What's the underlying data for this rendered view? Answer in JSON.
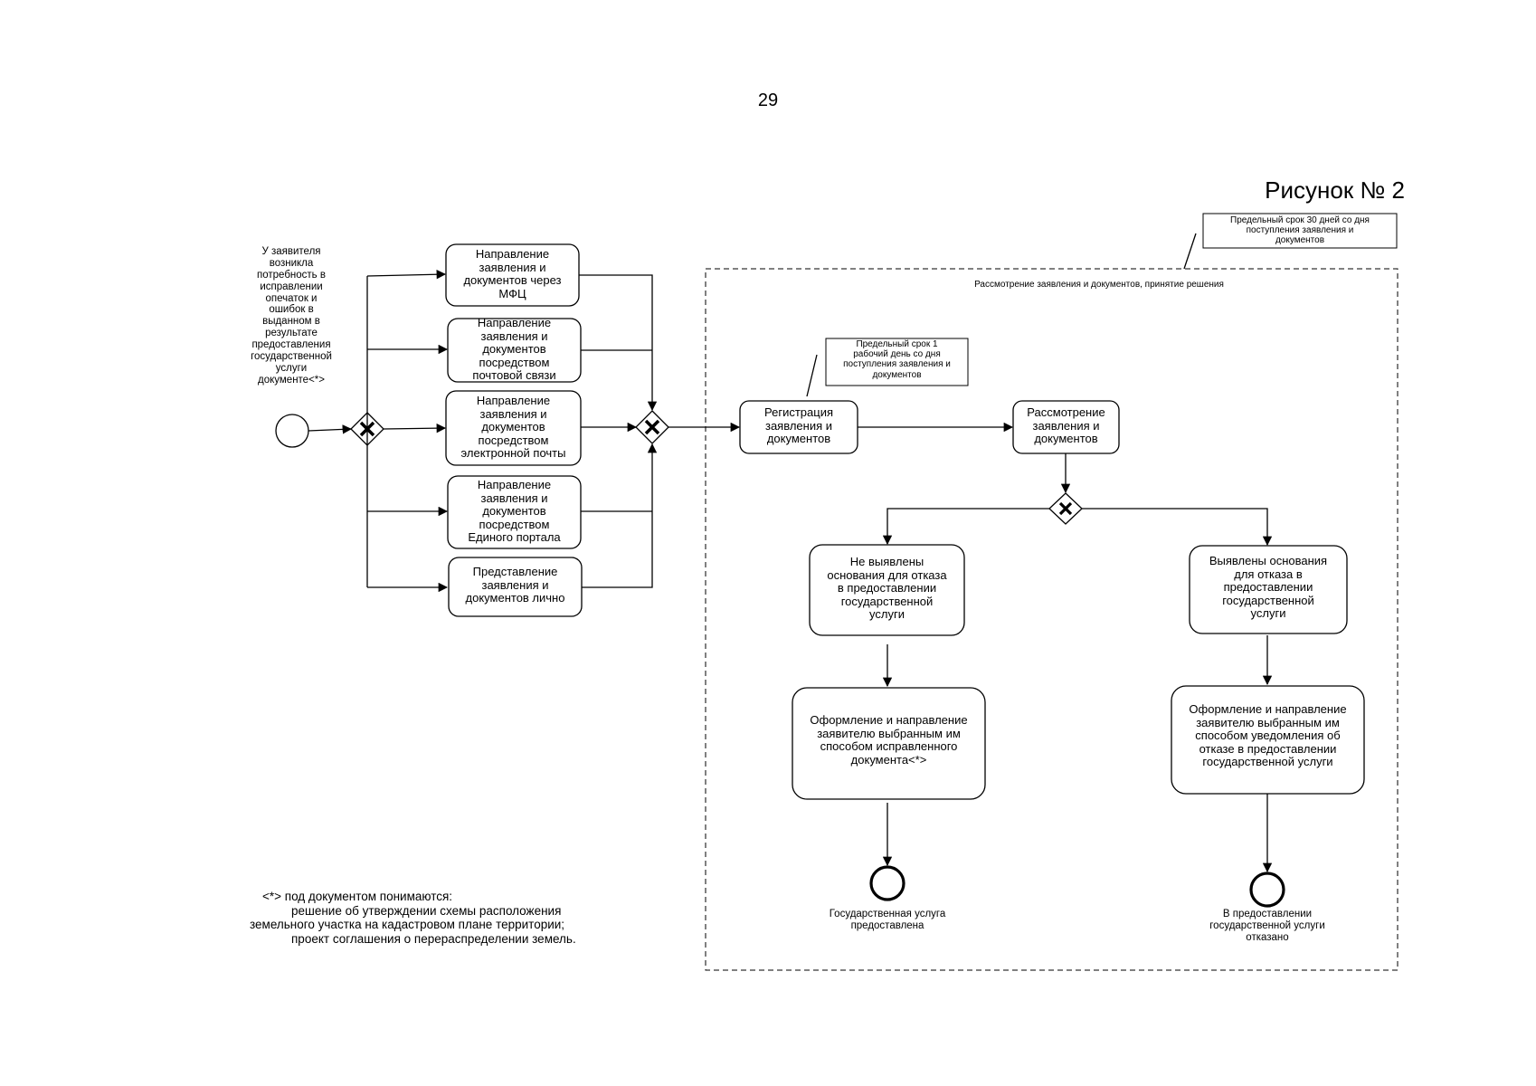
{
  "page_number": "29",
  "figure_label": "Рисунок № 2",
  "start_text": "У заявителя\nвозникла\nпотребность в\nисправлении\nопечаток и\nошибок в\nвыданном в\nрезультате\nпредоставления\nгосударственной\nуслуги\nдокументе<*>",
  "channels": [
    "Направление\nзаявления и\nдокументов через\nМФЦ",
    "Направление\nзаявления и\nдокументов\nпосредством\nпочтовой связи",
    "Направление\nзаявления и\nдокументов\nпосредством\nэлектронной почты",
    "Направление\nзаявления и\nдокументов\nпосредством\nЕдиного портала",
    "Представление\nзаявления и\nдокументов лично"
  ],
  "group_title": "Рассмотрение заявления и документов, принятие решения",
  "deadline_30": "Предельный срок 30 дней со дня\nпоступления заявления и\nдокументов",
  "deadline_1": "Предельный срок 1\nрабочий день со дня\nпоступления заявления и\nдокументов",
  "registration": "Регистрация\nзаявления и\nдокументов",
  "review": "Рассмотрение\nзаявления и\nдокументов",
  "no_grounds": "Не выявлены\nоснования для отказа\nв предоставлении\nгосударственной\nуслуги",
  "grounds": "Выявлены основания\nдля отказа в\nпредоставлении\nгосударственной\nуслуги",
  "issue_doc": "Оформление и направление\nзаявителю выбранным им\nспособом исправленного\nдокумента<*>",
  "issue_refusal": "Оформление и направление\nзаявителю выбранным им\nспособом уведомления об\nотказе в предоставлении\nгосударственной услуги",
  "end_provided": "Государственная услуга\nпредоставлена",
  "end_refused": "В предоставлении\nгосударственной услуги\nотказано",
  "footnote": [
    "<*> под документом понимаются:",
    "решение об утверждении схемы расположения",
    "земельного участка на кадастровом плане территории;",
    "проект соглашения о перераспределении земель."
  ]
}
